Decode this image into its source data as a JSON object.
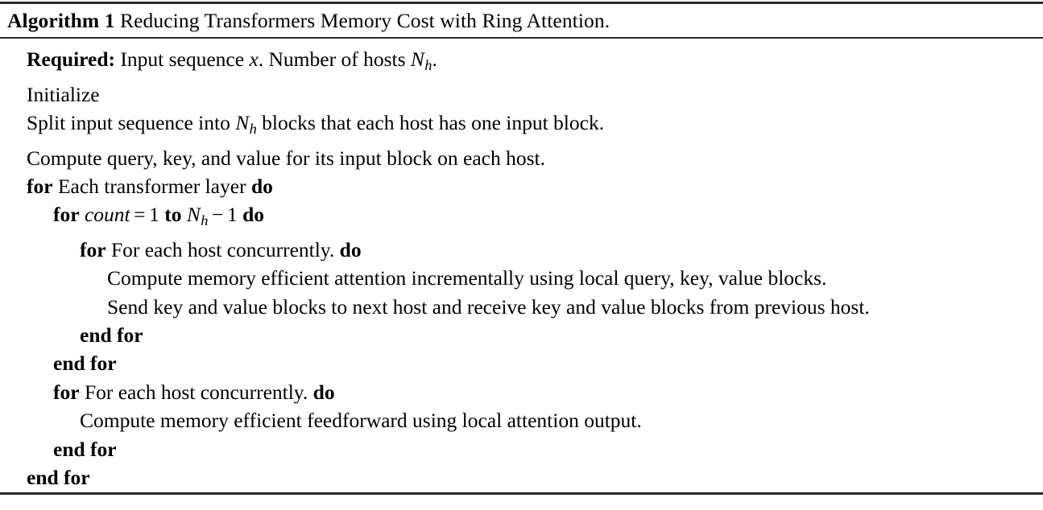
{
  "figure": {
    "kind": "algorithm-float",
    "label": "Algorithm 1",
    "title_text": "Reducing Transformers Memory Cost with Ring Attention.",
    "rules": {
      "top": "thick",
      "under_title": "thin",
      "bottom": "thick"
    },
    "rule_color": "#2b2b2b",
    "text_color": "#000000",
    "background": "#ffffff"
  },
  "title": {
    "label": "Algorithm 1",
    "caption": "Reducing Transformers Memory Cost with Ring Attention."
  },
  "keywords": {
    "required": "Required:",
    "for": "for",
    "to": "to",
    "do": "do",
    "end_for": "end for"
  },
  "math": {
    "x": "x",
    "N": "N",
    "h": "h",
    "one": "1",
    "equals": "=",
    "minus": "−",
    "period": "."
  },
  "lines": {
    "required_prefix": "Required:",
    "required_rest_a": "Input sequence",
    "required_rest_b": ". Number of hosts",
    "required_rest_c": ".",
    "initialize": "Initialize",
    "split_a": "Split input sequence into",
    "split_b": "blocks that each host has one input block.",
    "compute_qkv": "Compute query, key, and value for its input block on each host.",
    "for_layer_body": "Each transformer layer",
    "for_count_var": "count",
    "for_host_body": "For each host concurrently.",
    "compute_attention": "Compute memory efficient attention incrementally using local query, key, value blocks.",
    "send_receive": "Send key and value blocks to next host and receive key and value blocks from previous host.",
    "compute_ffw": "Compute memory efficient feedforward using local attention output.",
    "end_for": "end for"
  },
  "structure": [
    {
      "id": "required",
      "indent": 0,
      "type": "require"
    },
    {
      "id": "initialize",
      "indent": 0,
      "type": "statement"
    },
    {
      "id": "split",
      "indent": 0,
      "type": "statement"
    },
    {
      "id": "compute-qkv",
      "indent": 0,
      "type": "statement"
    },
    {
      "id": "for-layer",
      "indent": 0,
      "type": "for-open"
    },
    {
      "id": "for-count",
      "indent": 1,
      "type": "for-open"
    },
    {
      "id": "for-host-inner",
      "indent": 2,
      "type": "for-open"
    },
    {
      "id": "compute-attention",
      "indent": 3,
      "type": "statement"
    },
    {
      "id": "send-receive",
      "indent": 3,
      "type": "statement"
    },
    {
      "id": "end-for-host",
      "indent": 2,
      "type": "for-close"
    },
    {
      "id": "end-for-count",
      "indent": 1,
      "type": "for-close"
    },
    {
      "id": "for-host-outer",
      "indent": 1,
      "type": "for-open"
    },
    {
      "id": "compute-ffw",
      "indent": 2,
      "type": "statement"
    },
    {
      "id": "end-for-host-outer",
      "indent": 1,
      "type": "for-close"
    },
    {
      "id": "end-for-layer",
      "indent": 0,
      "type": "for-close"
    }
  ]
}
